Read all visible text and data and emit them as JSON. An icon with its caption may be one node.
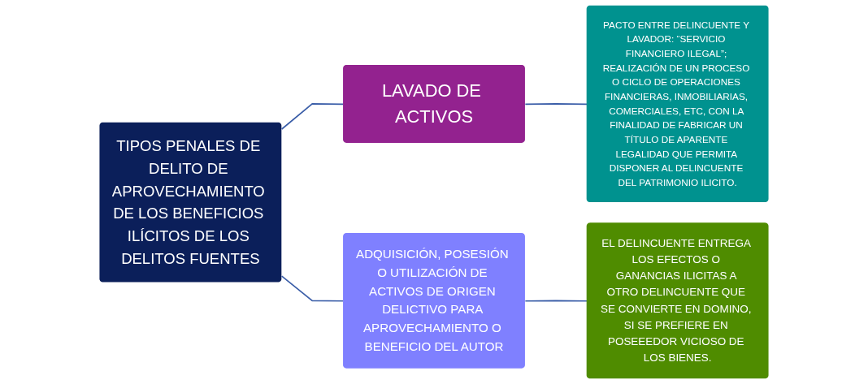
{
  "diagram": {
    "nodes": [
      {
        "text": [
          "TIPOS PENALES DE DELITO DE APROVECHAMIENTO DE LOS BENEFICIOS ILÍCITOS DE LOS DELITOS FUENTES"
        ]
      },
      {
        "text": [
          "LAVADO DE ACTIVOS"
        ]
      },
      {
        "text": [
          "PACTO ENTRE DELINCUENTE Y LAVADOR: “SERVICIO FINANCIERO ILEGAL”; REALIZACIÓN DE UN PROCESO O CICLO DE OPERACIONES FINANCIERAS, INMOBILIARIAS, COMERCIALES, ETC, CON LA FINALIDAD DE FABRICAR UN TÍTULO DE APARENTE LEGALIDAD QUE PERMITA DISPONER AL DELINCUENTE DEL PATRIMONIO ILICITO."
        ]
      },
      {
        "text": [
          "ADQUISICIÓN, POSESIÓN O UTILIZACIÓN DE ACTIVOS DE ORIGEN DELICTIVO PARA APROVECHAMIENTO O BENEFICIO DEL AUTOR"
        ]
      },
      {
        "text": [
          "EL DELINCUENTE ENTREGA LOS EFECTOS O GANANCIAS ILICITAS A OTRO DELINCUENTE QUE SE CONVIERTE EN DOMINO, SI SE PREFIERE EN POSEEEDOR VICIOSO DE LOS BIENES."
        ]
      }
    ],
    "edges": [
      {
        "from": 0,
        "to": 1,
        "arrow": "none"
      },
      {
        "from": 0,
        "to": 3,
        "arrow": "none"
      },
      {
        "from": 1,
        "to": 2,
        "arrow": "none"
      },
      {
        "from": 3,
        "to": 4,
        "arrow": "none"
      }
    ]
  }
}
